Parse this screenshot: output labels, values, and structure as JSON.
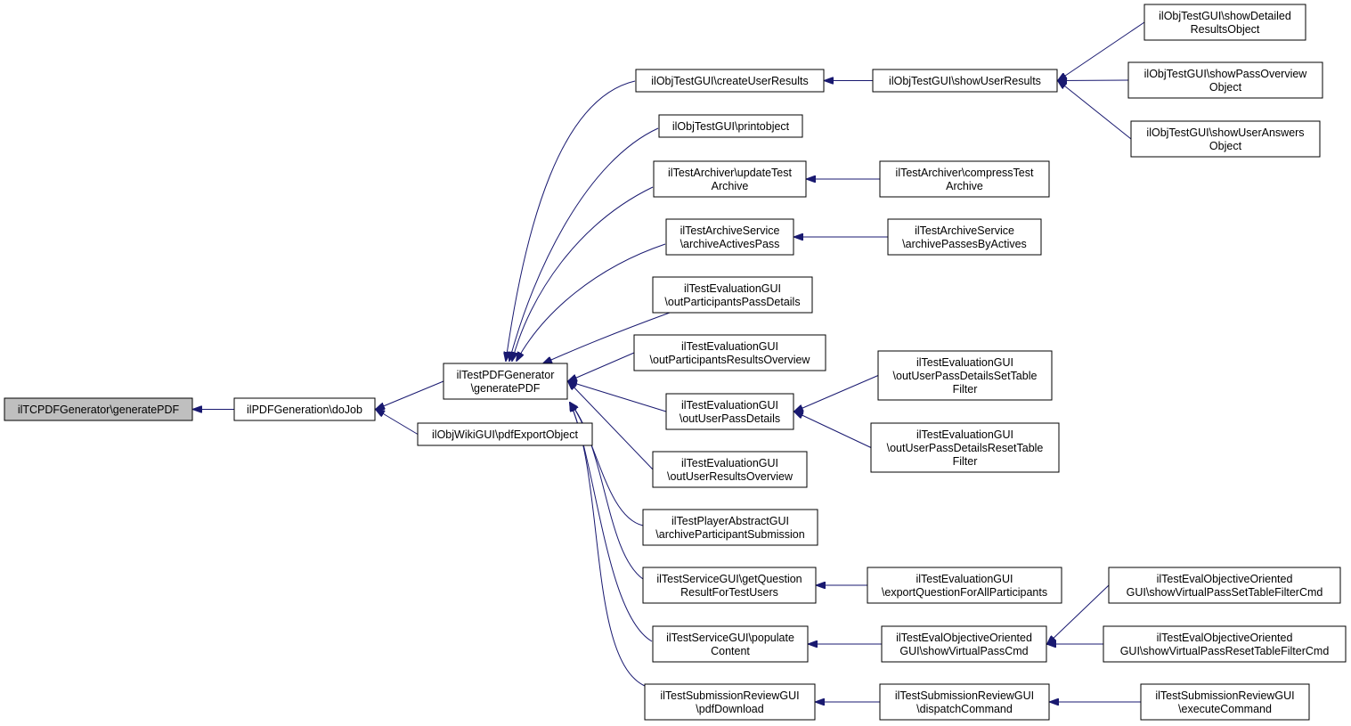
{
  "graph": {
    "nodes": [
      {
        "id": "n0",
        "lines": [
          "ilTCPDFGenerator\\generatePDF"
        ],
        "root": true
      },
      {
        "id": "n1",
        "lines": [
          "ilPDFGeneration\\doJob"
        ]
      },
      {
        "id": "n2",
        "lines": [
          "ilTestPDFGenerator",
          "\\generatePDF"
        ]
      },
      {
        "id": "n3",
        "lines": [
          "ilObjWikiGUI\\pdfExportObject"
        ]
      },
      {
        "id": "n4",
        "lines": [
          "ilObjTestGUI\\createUserResults"
        ]
      },
      {
        "id": "n5",
        "lines": [
          "ilObjTestGUI\\printobject"
        ]
      },
      {
        "id": "n6",
        "lines": [
          "ilTestArchiver\\updateTest",
          "Archive"
        ]
      },
      {
        "id": "n7",
        "lines": [
          "ilTestArchiveService",
          "\\archiveActivesPass"
        ]
      },
      {
        "id": "n8",
        "lines": [
          "ilTestEvaluationGUI",
          "\\outParticipantsPassDetails"
        ]
      },
      {
        "id": "n9",
        "lines": [
          "ilTestEvaluationGUI",
          "\\outParticipantsResultsOverview"
        ]
      },
      {
        "id": "n10",
        "lines": [
          "ilTestEvaluationGUI",
          "\\outUserPassDetails"
        ]
      },
      {
        "id": "n11",
        "lines": [
          "ilTestEvaluationGUI",
          "\\outUserResultsOverview"
        ]
      },
      {
        "id": "n12",
        "lines": [
          "ilTestPlayerAbstractGUI",
          "\\archiveParticipantSubmission"
        ]
      },
      {
        "id": "n13",
        "lines": [
          "ilTestServiceGUI\\getQuestion",
          "ResultForTestUsers"
        ]
      },
      {
        "id": "n14",
        "lines": [
          "ilTestServiceGUI\\populate",
          "Content"
        ]
      },
      {
        "id": "n15",
        "lines": [
          "ilTestSubmissionReviewGUI",
          "\\pdfDownload"
        ]
      },
      {
        "id": "n16",
        "lines": [
          "ilObjTestGUI\\showUserResults"
        ]
      },
      {
        "id": "n17",
        "lines": [
          "ilTestArchiver\\compressTest",
          "Archive"
        ]
      },
      {
        "id": "n18",
        "lines": [
          "ilTestArchiveService",
          "\\archivePassesByActives"
        ]
      },
      {
        "id": "n19",
        "lines": [
          "ilTestEvaluationGUI",
          "\\outUserPassDetailsSetTable",
          "Filter"
        ]
      },
      {
        "id": "n20",
        "lines": [
          "ilTestEvaluationGUI",
          "\\outUserPassDetailsResetTable",
          "Filter"
        ]
      },
      {
        "id": "n21",
        "lines": [
          "ilTestEvaluationGUI",
          "\\exportQuestionForAllParticipants"
        ]
      },
      {
        "id": "n22",
        "lines": [
          "ilTestEvalObjectiveOriented",
          "GUI\\showVirtualPassCmd"
        ]
      },
      {
        "id": "n23",
        "lines": [
          "ilTestSubmissionReviewGUI",
          "\\dispatchCommand"
        ]
      },
      {
        "id": "n24",
        "lines": [
          "ilObjTestGUI\\showDetailed",
          "ResultsObject"
        ]
      },
      {
        "id": "n25",
        "lines": [
          "ilObjTestGUI\\showPassOverview",
          "Object"
        ]
      },
      {
        "id": "n26",
        "lines": [
          "ilObjTestGUI\\showUserAnswers",
          "Object"
        ]
      },
      {
        "id": "n27",
        "lines": [
          "ilTestEvalObjectiveOriented",
          "GUI\\showVirtualPassSetTableFilterCmd"
        ]
      },
      {
        "id": "n28",
        "lines": [
          "ilTestEvalObjectiveOriented",
          "GUI\\showVirtualPassResetTableFilterCmd"
        ]
      },
      {
        "id": "n29",
        "lines": [
          "ilTestSubmissionReviewGUI",
          "\\executeCommand"
        ]
      }
    ],
    "edges": [
      {
        "from": "n1",
        "to": "n0"
      },
      {
        "from": "n2",
        "to": "n1"
      },
      {
        "from": "n3",
        "to": "n1"
      },
      {
        "from": "n4",
        "to": "n2"
      },
      {
        "from": "n5",
        "to": "n2"
      },
      {
        "from": "n6",
        "to": "n2"
      },
      {
        "from": "n7",
        "to": "n2"
      },
      {
        "from": "n8",
        "to": "n2"
      },
      {
        "from": "n9",
        "to": "n2"
      },
      {
        "from": "n10",
        "to": "n2"
      },
      {
        "from": "n11",
        "to": "n2"
      },
      {
        "from": "n12",
        "to": "n2"
      },
      {
        "from": "n13",
        "to": "n2"
      },
      {
        "from": "n14",
        "to": "n2"
      },
      {
        "from": "n15",
        "to": "n2"
      },
      {
        "from": "n16",
        "to": "n4"
      },
      {
        "from": "n17",
        "to": "n6"
      },
      {
        "from": "n18",
        "to": "n7"
      },
      {
        "from": "n19",
        "to": "n10"
      },
      {
        "from": "n20",
        "to": "n10"
      },
      {
        "from": "n21",
        "to": "n13"
      },
      {
        "from": "n22",
        "to": "n14"
      },
      {
        "from": "n23",
        "to": "n15"
      },
      {
        "from": "n24",
        "to": "n16"
      },
      {
        "from": "n25",
        "to": "n16"
      },
      {
        "from": "n26",
        "to": "n16"
      },
      {
        "from": "n27",
        "to": "n22"
      },
      {
        "from": "n28",
        "to": "n22"
      },
      {
        "from": "n29",
        "to": "n23"
      }
    ],
    "colors": {
      "edge": "#191970",
      "root_fill": "#bfbfbf",
      "node_fill": "#ffffff",
      "node_border": "#000000"
    }
  }
}
